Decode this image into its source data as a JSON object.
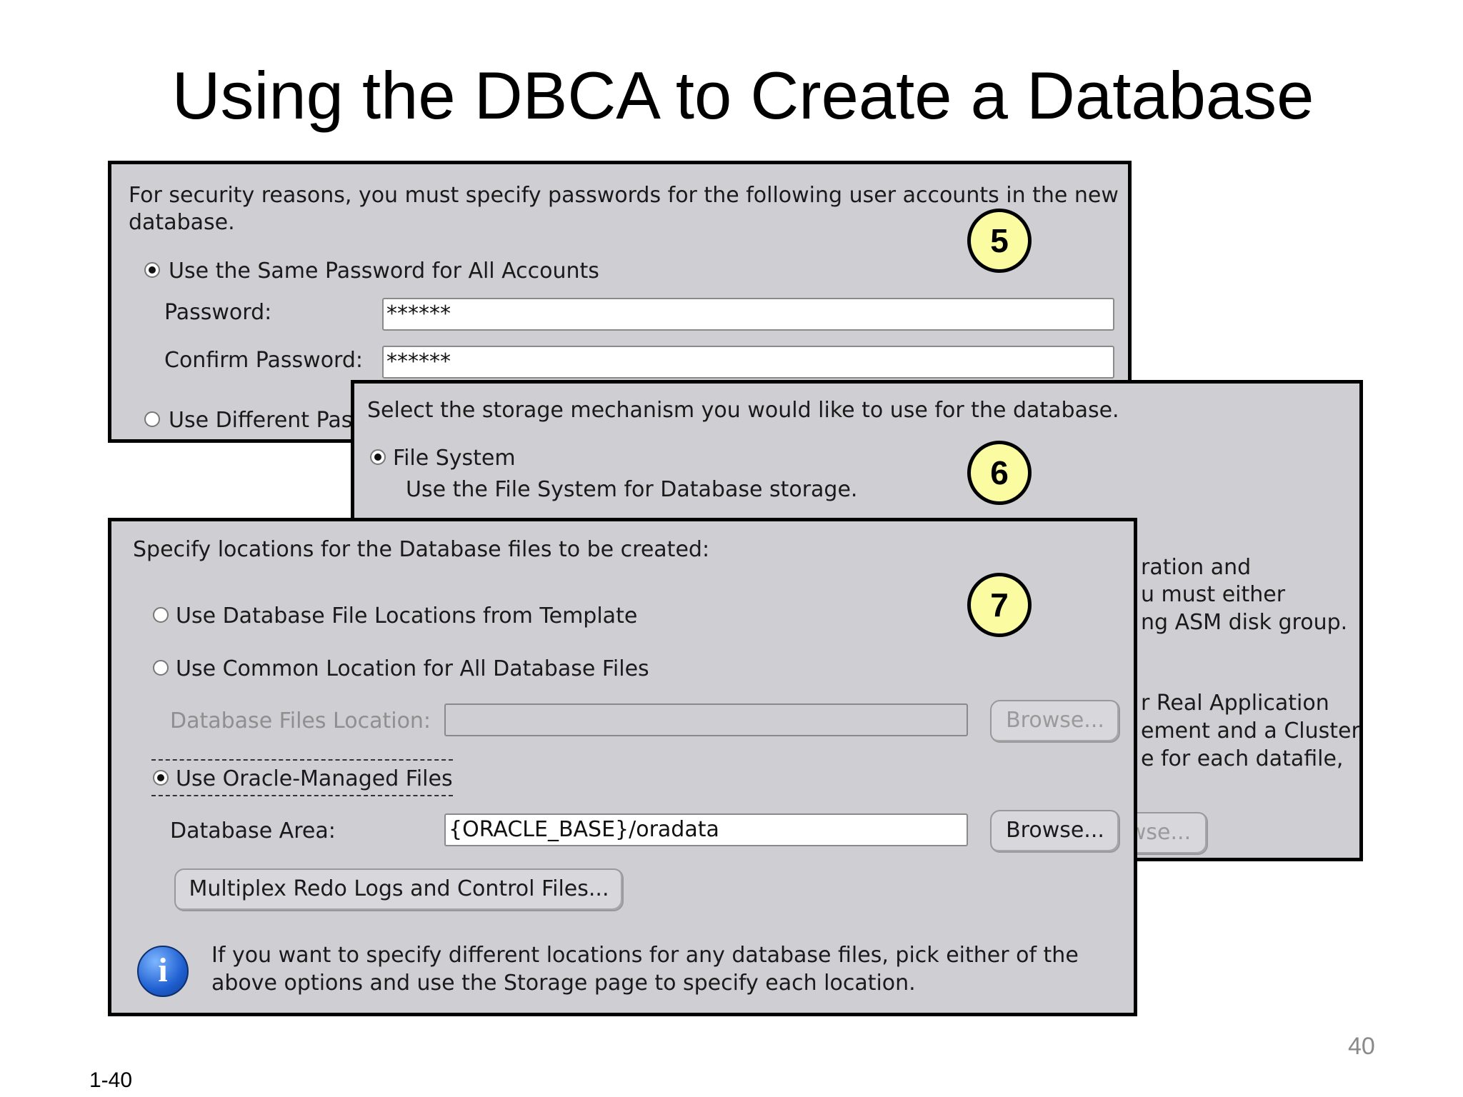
{
  "slide": {
    "title": "Using the DBCA to Create a Database",
    "page_number": "40",
    "footer_label": "1-40"
  },
  "panel5": {
    "step": "5",
    "intro_line1": "For security reasons, you must specify passwords for the following user accounts in the new",
    "intro_line2": "database.",
    "same_password_label": "Use the Same Password for All Accounts",
    "password_label": "Password:",
    "password_value": "******",
    "confirm_label": "Confirm Password:",
    "confirm_value": "******",
    "different_password_label": "Use Different Pas"
  },
  "panel6": {
    "step": "6",
    "intro": "Select the storage mechanism you would like to use for the database.",
    "file_system_label": "File System",
    "file_system_desc": "Use the File System for Database storage.",
    "asm_line1": "ration and",
    "asm_line2": "u must either",
    "asm_line3": "ng ASM disk group.",
    "rac_line1": "r Real Application",
    "rac_line2": "ement and a Cluster",
    "rac_line3": "e for each datafile,",
    "browse_partial": "wse..."
  },
  "panel7": {
    "step": "7",
    "intro": "Specify locations for the Database files to be created:",
    "template_label": "Use Database File Locations from Template",
    "common_label": "Use Common Location for All Database Files",
    "files_location_label": "Database Files Location:",
    "files_location_value": "",
    "browse_label": "Browse...",
    "omf_label": "Use Oracle-Managed Files",
    "area_label": "Database Area:",
    "area_value": "{ORACLE_BASE}/oradata",
    "browse_label2": "Browse...",
    "multiplex_label": "Multiplex Redo Logs and Control Files...",
    "info_line1": "If you want to specify different locations for any database files, pick either of the",
    "info_line2": "above options and use the Storage page to specify each location."
  },
  "icons": {
    "info": "i"
  },
  "colors": {
    "panel_bg": "#cfcfd3",
    "step_badge": "#fbfba2",
    "info_icon": "#1f5fd1"
  }
}
